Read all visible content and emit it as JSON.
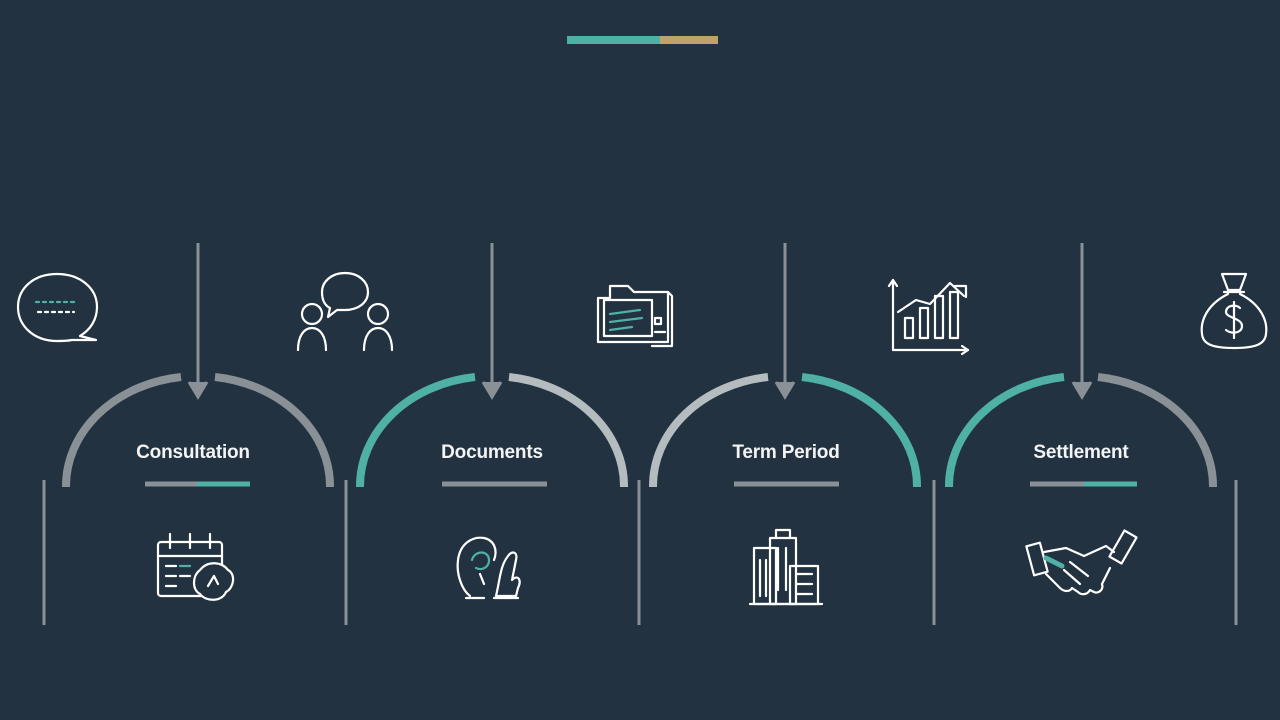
{
  "colors": {
    "background": "#233240",
    "teal": "#4fb0a6",
    "grey": "#8a9196",
    "light_grey": "#b4bcbf",
    "text": "#f2f4f5",
    "gold": "#bfa36a",
    "icon_stroke": "#ffffff"
  },
  "top_icons": [
    "speech-bubble-icon",
    "people-conversation-icon",
    "folder-documents-icon",
    "growth-chart-icon",
    "money-bag-icon"
  ],
  "steps": [
    {
      "title": "Consultation",
      "arc_colors": [
        "grey",
        "grey"
      ],
      "divider_colors": [
        "grey",
        "teal"
      ],
      "bottom_icon": "calendar-icon"
    },
    {
      "title": "Documents",
      "arc_colors": [
        "teal",
        "light_grey"
      ],
      "divider_colors": [
        "grey",
        "grey"
      ],
      "bottom_icon": "hand-signature-icon"
    },
    {
      "title": "Term Period",
      "arc_colors": [
        "light_grey",
        "teal"
      ],
      "divider_colors": [
        "grey",
        "grey"
      ],
      "bottom_icon": "buildings-icon"
    },
    {
      "title": "Settlement",
      "arc_colors": [
        "teal",
        "grey"
      ],
      "divider_colors": [
        "grey",
        "teal"
      ],
      "bottom_icon": "handshake-icon"
    }
  ]
}
